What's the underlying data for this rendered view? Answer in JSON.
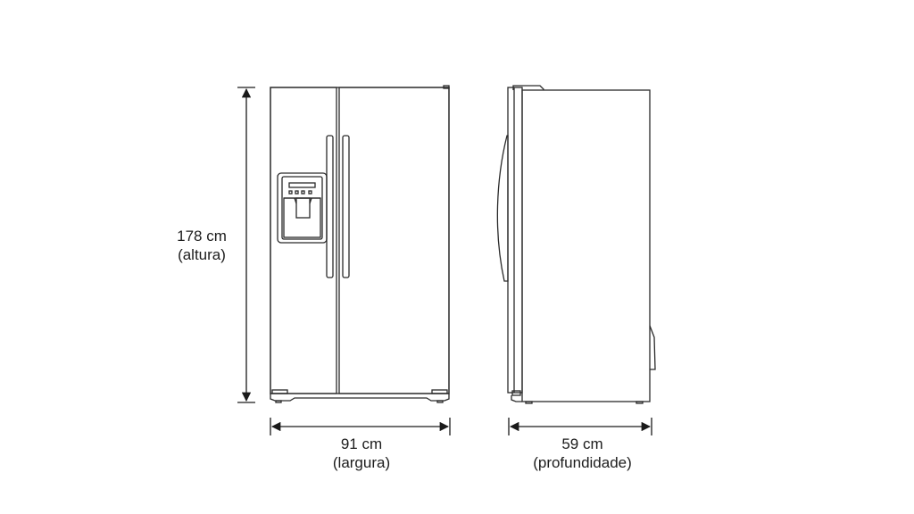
{
  "diagram": {
    "title": "",
    "subject": "side-by-side refrigerator dimensions",
    "views": [
      "front-view",
      "side-view"
    ],
    "line_color": "#2a2a2a",
    "background": "#ffffff"
  },
  "dimensions": {
    "height": {
      "value": "178 cm",
      "label": "(altura)"
    },
    "width": {
      "value": "91 cm",
      "label": "(largura)"
    },
    "depth": {
      "value": "59 cm",
      "label": "(profundidade)"
    }
  }
}
